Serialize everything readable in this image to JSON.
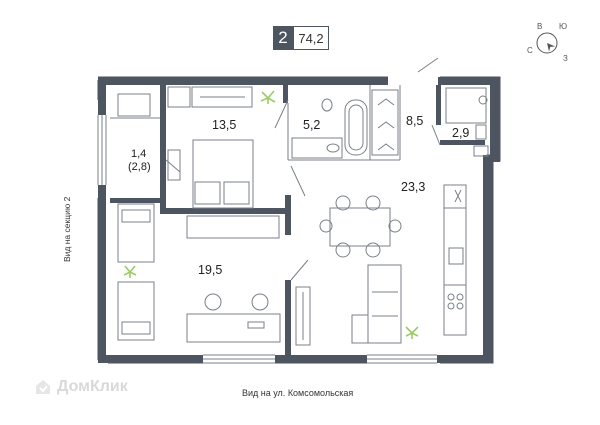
{
  "badge": {
    "rooms": "2",
    "area": "74,2"
  },
  "rooms": {
    "bedroom": "13,5",
    "bathroom": "5,2",
    "laundry": "8,5",
    "wc": "2,9",
    "balcony_line1": "1,4",
    "balcony_line2": "(2,8)",
    "kitchen_living": "23,3",
    "living_room": "19,5"
  },
  "captions": {
    "bottom": "Вид на ул. Комсомольская",
    "side": "Вид на секцию 2"
  },
  "compass": {
    "n": "В",
    "e": "Ю",
    "s": "З",
    "w": "С"
  },
  "logo": {
    "text": "ДомКлик"
  },
  "colors": {
    "wall": "#4d5560",
    "line": "#7a8088",
    "plant": "#9ccc65"
  }
}
